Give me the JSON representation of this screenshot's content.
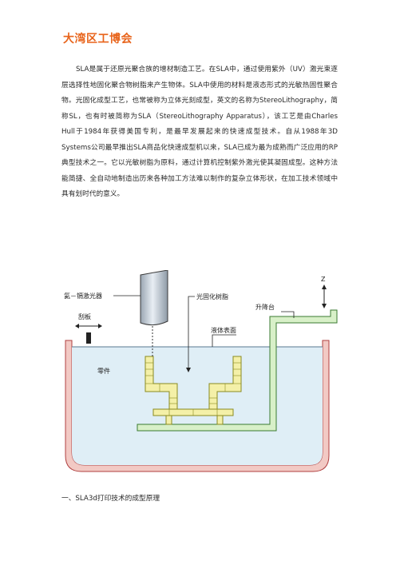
{
  "document": {
    "title": "大湾区工博会",
    "paragraph": "SLA是属于还原光聚合族的增材制造工艺。在SLA中，通过使用紫外（UV）激光束逐层选择性地固化聚合物树脂来产生物体。SLA中使用的材料是液态形式的光敏热固性聚合物。光固化成型工艺，也常被称为立体光刻成型，英文的名称为StereoLithography，简称SL，也有时被简称为SLA（StereoLithography Apparatus），该工艺是由Charles Hull于1984年获得美国专利，是最早发展起来的快速成型技术。自从1988年3D Systems公司最早推出SLA商品化快速成型机以来，SLA已成为最为成熟而广泛应用的RP典型技术之一。它以光敏树脂为原料，通过计算机控制紫外激光使其凝固成型。这种方法能简捷、全自动地制造出历来各种加工方法难以制作的复杂立体形状，在加工技术领域中具有划时代的意义。",
    "section_heading": "一、SLA3d打印技术的成型原理"
  },
  "figure": {
    "labels": {
      "laser": "氦－镉激光器",
      "scraper": "刮板",
      "resin": "光固化树脂",
      "platform": "升降台",
      "surface": "液体表面",
      "part": "零件",
      "z_axis": "Z"
    },
    "colors": {
      "vat_wall": "#f2c9c4",
      "vat_outline": "#b04040",
      "resin": "#dfeef6",
      "part_fill": "#f4f0a8",
      "part_outline": "#8a8a20",
      "platform_fill": "#d8f0c8",
      "platform_outline": "#3a7a30",
      "laser_body": "#d0d8e0"
    }
  }
}
